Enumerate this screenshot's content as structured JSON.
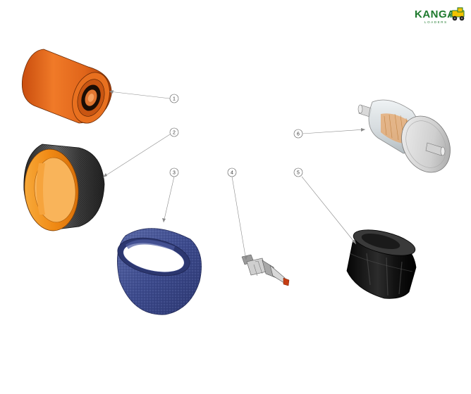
{
  "brand": {
    "word": "KANGA",
    "sub": "LOADERS",
    "accent": "#1e7a2e",
    "badge_color": "#f2c200",
    "icon": "loader-vehicle-icon"
  },
  "callouts": [
    "1",
    "2",
    "3",
    "4",
    "5",
    "6"
  ],
  "parts": [
    {
      "id": "1",
      "kind": "cylindrical-filter",
      "color": "#e0651a"
    },
    {
      "id": "2",
      "kind": "ring-sleeve",
      "color": "#f0911e",
      "outer": "#444444"
    },
    {
      "id": "3",
      "kind": "foam-ring",
      "color": "#3c4a8c"
    },
    {
      "id": "4",
      "kind": "spark-plug",
      "color": "#b9b9b9"
    },
    {
      "id": "5",
      "kind": "oil-filter",
      "color": "#111111"
    },
    {
      "id": "6",
      "kind": "inline-fuel-filter",
      "color": "#d9d9d9"
    }
  ]
}
